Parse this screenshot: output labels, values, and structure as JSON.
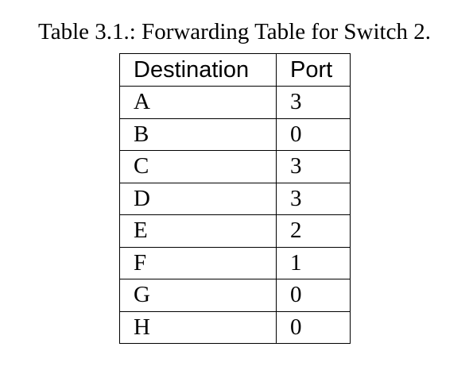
{
  "caption": "Table 3.1.: Forwarding Table for Switch 2.",
  "table": {
    "headers": [
      "Destination",
      "Port"
    ],
    "rows": [
      [
        "A",
        "3"
      ],
      [
        "B",
        "0"
      ],
      [
        "C",
        "3"
      ],
      [
        "D",
        "3"
      ],
      [
        "E",
        "2"
      ],
      [
        "F",
        "1"
      ],
      [
        "G",
        "0"
      ],
      [
        "H",
        "0"
      ]
    ]
  }
}
